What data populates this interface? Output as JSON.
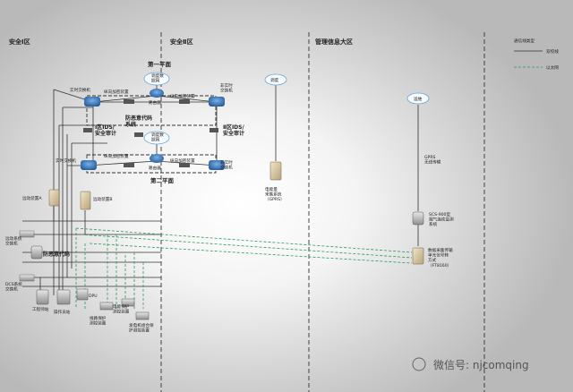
{
  "zones": {
    "zone1": "安全Ⅰ区",
    "zone2": "安全Ⅱ区",
    "zone3": "管理信息大区"
  },
  "legend": {
    "title": "通信线类型",
    "solid": "双绞线",
    "dashed": "以太网"
  },
  "planes": {
    "plane1": "第一平面",
    "plane2": "第二平面"
  },
  "nodes": {
    "rt_switch_1": "实时交换机",
    "rt_switch_2": "实时交换机",
    "nrt_switch_1": "非实时\n交换机",
    "nrt_switch_2": "非实时\n交换机",
    "router_1": "路由器",
    "router_2": "路由器",
    "vertical_enc_1": "纵向加密装置",
    "vertical_enc_2": "纵向加密装置",
    "vertical_enc_3": "纵向加密装置",
    "vertical_enc_4": "纵向加密装置",
    "dispatch_net_1": "调度数\n据网",
    "dispatch_net_2": "调度数\n据网",
    "anti_virus_1": "防恶意代码\n系统",
    "ids_1": "Ⅰ区IDS/\n安全审计",
    "ids_2": "Ⅱ区IDS/\n安全审计",
    "dispatch_center_1": "调度",
    "dispatch_center_2": "运维",
    "gprs_terminal": "电能量\n采集系统\n（GPRS）",
    "gprs_label": "GPRS\n无线传输",
    "scs900": "SCS-900型\n烟气连续监测\n系统",
    "ft8160": "数据采集传输\n单元信号转\n方式\n（FT8160）",
    "remote_a": "远动装置A",
    "remote_b": "远动装置B",
    "remote_sw": "远动系统\n交换机",
    "anti_virus_2": "防恶意代码",
    "dcs_sw": "DCS系统\n交换机",
    "eng_station": "工程师站",
    "operator_station": "操作员站",
    "dpu": "DPU",
    "relay_1": "线路保护\n测控装置",
    "relay_2": "电能保护\n测控装置",
    "relay_3": "发电机组合保\n护测控装置"
  },
  "watermark": "微信号: njcomqing"
}
